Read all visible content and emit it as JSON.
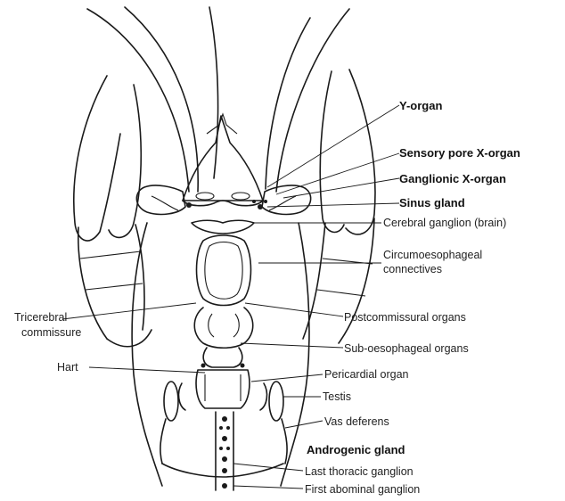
{
  "labels": {
    "y_organ": "Y-organ",
    "sensory_pore_x_organ": "Sensory pore X-organ",
    "ganglionic_x_organ": "Ganglionic X-organ",
    "sinus_gland": "Sinus gland",
    "cerebral_ganglion": "Cerebral ganglion (brain)",
    "circumoesophageal_1": "Circumoesophageal",
    "circumoesophageal_2": "connectives",
    "tricerebral_1": "Tricerebral",
    "tricerebral_2": "commissure",
    "postcommissural": "Postcommissural organs",
    "sub_oesophageal": "Sub-oesophageal organs",
    "hart": "Hart",
    "pericardial": "Pericardial organ",
    "testis": "Testis",
    "vas_deferens": "Vas deferens",
    "androgenic_gland": "Androgenic gland",
    "last_thoracic": "Last thoracic ganglion",
    "first_abominal": "First abominal ganglion"
  }
}
